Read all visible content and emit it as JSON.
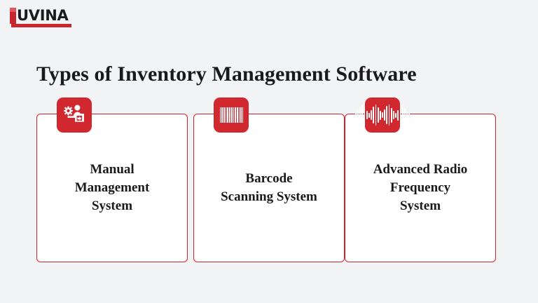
{
  "brand": {
    "logo_text": "UVINA",
    "logo_mark": "l-bracket-mark",
    "accent_color": "#c9252c"
  },
  "slide": {
    "background_color": "#f2f3f5",
    "title": "Types of Inventory Management Software"
  },
  "cards": [
    {
      "id": "manual-management-system",
      "label": "Manual\nManagement\nSystem",
      "label_lines": [
        "Manual",
        "Management",
        "System"
      ],
      "icon": "person-with-box-and-gear-icon",
      "icon_color": "#d1272e"
    },
    {
      "id": "barcode-scanning-system",
      "label": "Barcode\nScanning System",
      "label_lines": [
        "Barcode",
        "Scanning System"
      ],
      "icon": "barcode-icon",
      "icon_color": "#d1272e"
    },
    {
      "id": "advanced-radio-frequency-system",
      "label": "Advanced Radio\nFrequency\nSystem",
      "label_lines": [
        "Advanced Radio",
        "Frequency",
        "System"
      ],
      "icon": "radio-frequency-waveform-icon",
      "icon_color": "#d1272e"
    }
  ],
  "rf_bar_heights": [
    8,
    14,
    22,
    28,
    20,
    12,
    7,
    14,
    24,
    30,
    22,
    13,
    8,
    16,
    26,
    30,
    21,
    12,
    7,
    15,
    25,
    29,
    19,
    11,
    7
  ],
  "barcode_bar_widths": [
    2,
    1,
    3,
    1,
    1,
    2,
    1,
    3,
    1,
    2,
    1,
    1,
    3,
    2,
    1,
    1,
    2,
    3,
    1,
    1,
    2
  ]
}
